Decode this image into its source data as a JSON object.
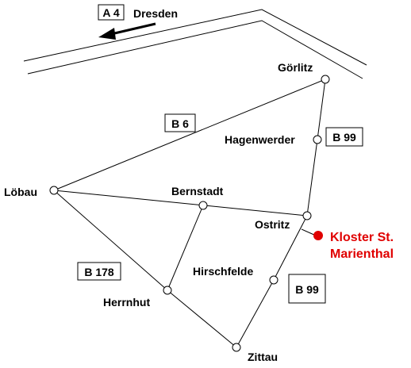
{
  "motorway": {
    "shield": "A 4",
    "destination": "Dresden"
  },
  "places": {
    "goerlitz": "Görlitz",
    "hagenwerder": "Hagenwerder",
    "loebau": "Löbau",
    "bernstadt": "Bernstadt",
    "ostritz": "Ostritz",
    "hirschfelde": "Hirschfelde",
    "herrnhut": "Herrnhut",
    "zittau": "Zittau"
  },
  "roads": {
    "b6": "B 6",
    "b99_north": "B 99",
    "b99_south": "B 99",
    "b178": "B 178"
  },
  "poi": {
    "line1": "Kloster St.",
    "line2": "Marienthal",
    "color": "#e00000"
  }
}
